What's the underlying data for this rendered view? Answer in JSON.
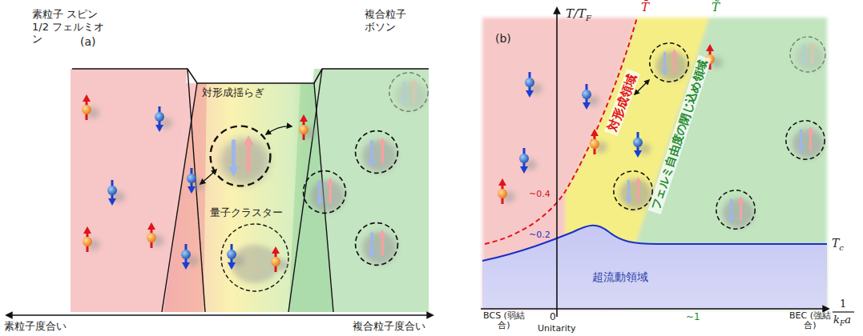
{
  "diagram": {
    "nodes": [
      {
        "text": [
          "超流動領域"
        ]
      }
    ],
    "labels": [
      "(a)",
      "素粒子 スピン1/2 フェルミオン",
      "複合粒子 ボソン",
      "対形成揺らぎ",
      "量子クラスター",
      "素粒子度合い",
      "複合粒子度合い",
      "(b)",
      "T/T",
      "F",
      "T̄",
      "T̃",
      "対形成領域",
      "フェルミ自由度の閉じ込め領域",
      "~0.4",
      "~0.2",
      "T",
      "c",
      "1",
      "k",
      "F",
      "a",
      "0",
      "~1",
      "BCS (弱結合)",
      "Unitarity",
      "BEC (強結合)"
    ]
  }
}
